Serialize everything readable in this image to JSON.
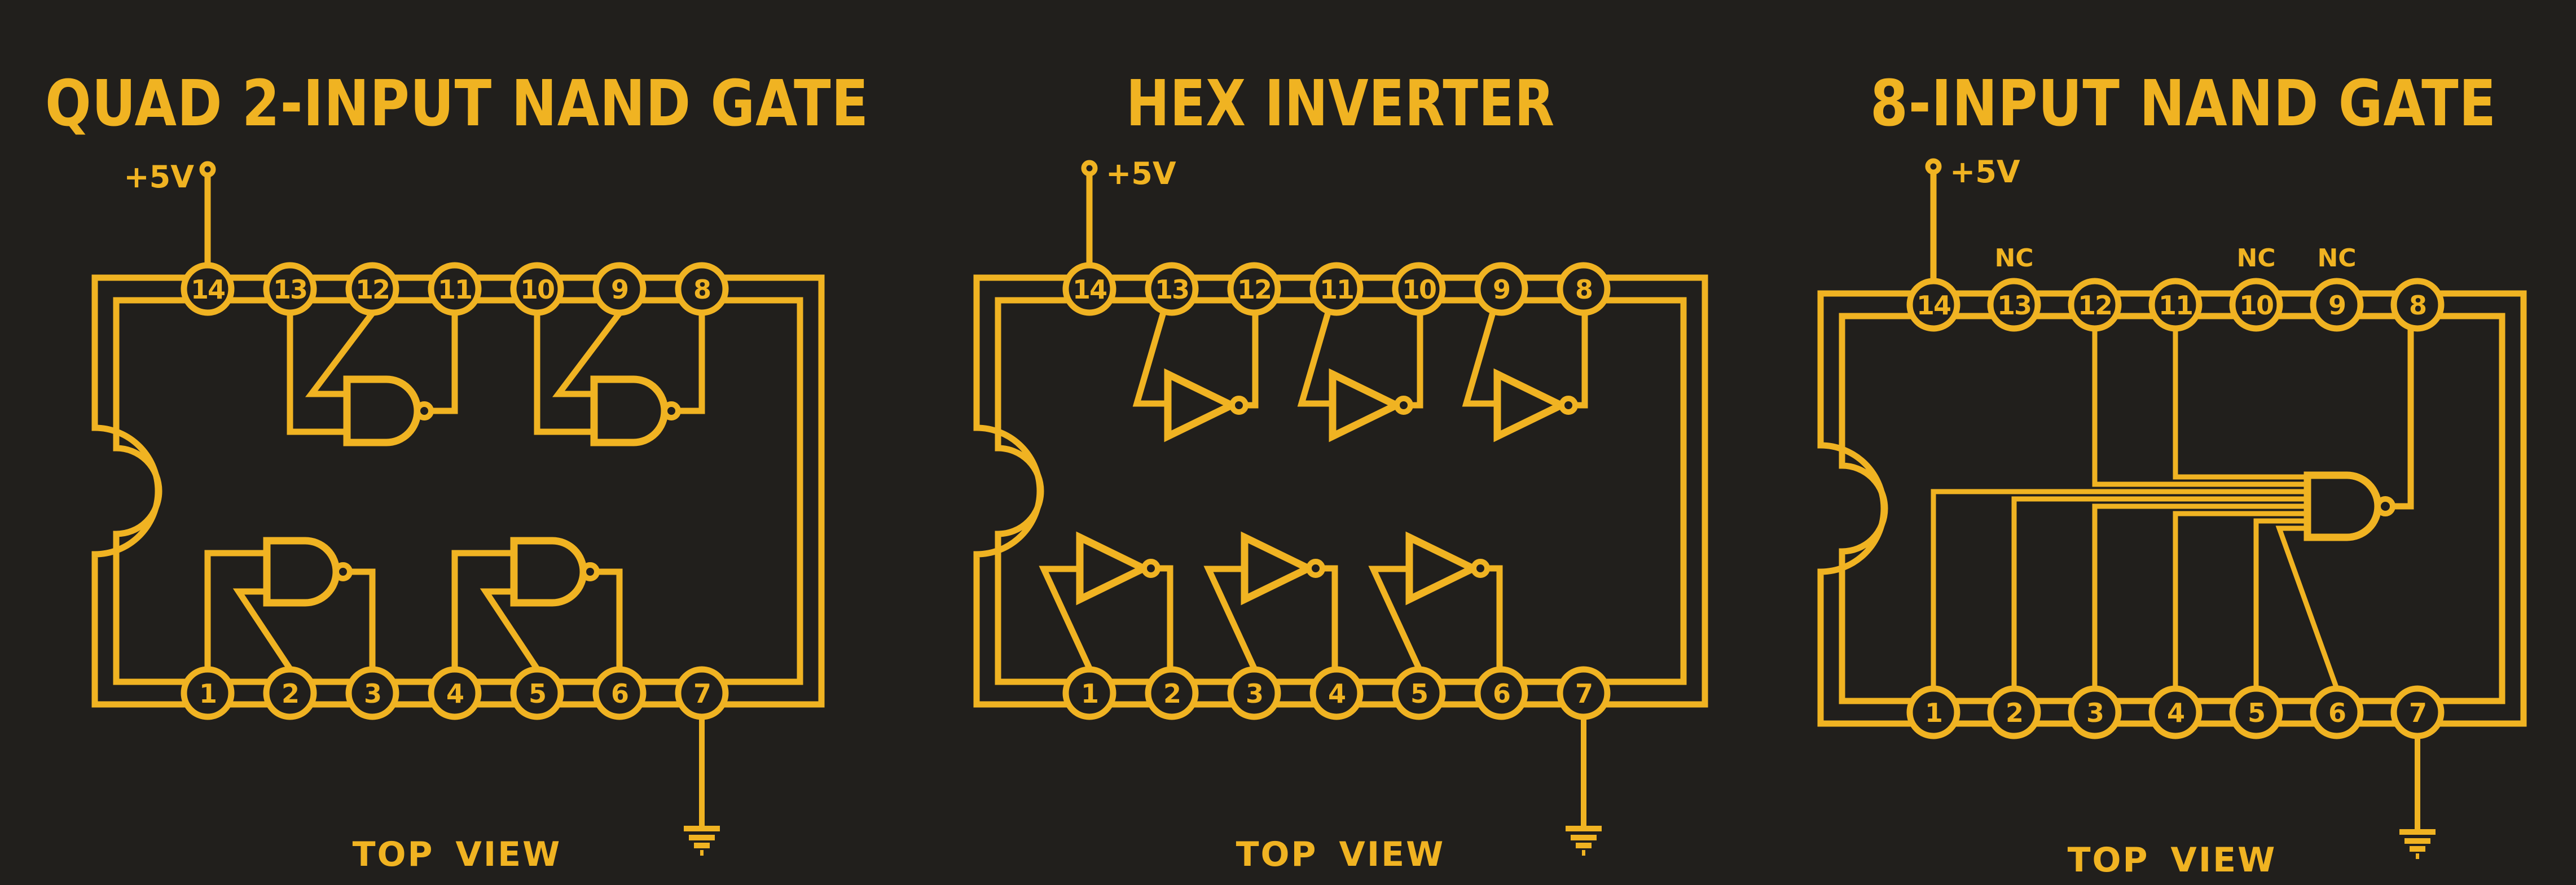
{
  "colors": {
    "background": "#211f1c",
    "ink": "#f0b322"
  },
  "panels": [
    {
      "title": "QUAD 2-INPUT NAND GATE",
      "supply_label": "+5V",
      "view_label": "TOP VIEW",
      "top_pins": [
        "14",
        "13",
        "12",
        "11",
        "10",
        "9",
        "8"
      ],
      "bottom_pins": [
        "1",
        "2",
        "3",
        "4",
        "5",
        "6",
        "7"
      ]
    },
    {
      "title": "HEX INVERTER",
      "supply_label": "+5V",
      "view_label": "TOP VIEW",
      "top_pins": [
        "14",
        "13",
        "12",
        "11",
        "10",
        "9",
        "8"
      ],
      "bottom_pins": [
        "1",
        "2",
        "3",
        "4",
        "5",
        "6",
        "7"
      ]
    },
    {
      "title": "8-INPUT NAND GATE",
      "supply_label": "+5V",
      "view_label": "TOP VIEW",
      "nc_labels": [
        "NC",
        "NC",
        "NC"
      ],
      "top_pins": [
        "14",
        "13",
        "12",
        "11",
        "10",
        "9",
        "8"
      ],
      "bottom_pins": [
        "1",
        "2",
        "3",
        "4",
        "5",
        "6",
        "7"
      ]
    }
  ]
}
